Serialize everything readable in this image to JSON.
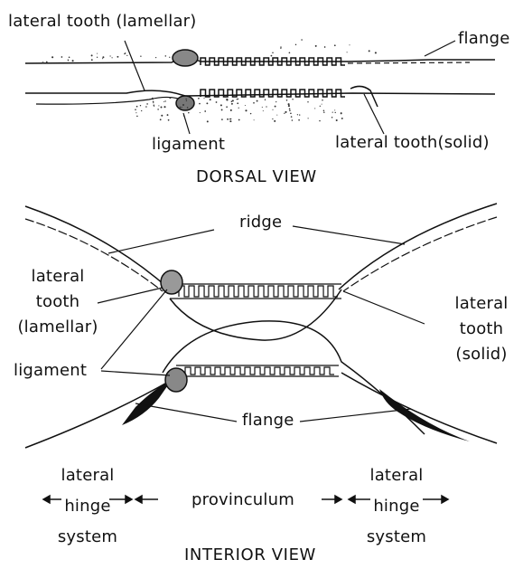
{
  "dorsal": {
    "label_lateral_lamellar": "lateral tooth (lamellar)",
    "label_flange": "flange",
    "label_ligament": "ligament",
    "label_lateral_solid": "lateral tooth(solid)",
    "caption": "DORSAL VIEW"
  },
  "interior": {
    "label_ridge": "ridge",
    "label_lateral_left": [
      "lateral",
      "tooth",
      "(lamellar)"
    ],
    "label_lateral_right": [
      "lateral",
      "tooth",
      "(solid)"
    ],
    "label_ligament": "ligament",
    "label_flange": "flange",
    "caption": "INTERIOR VIEW"
  },
  "legend": {
    "left_system": [
      "lateral",
      "hinge",
      "system"
    ],
    "middle": "provinculum",
    "right_system": [
      "lateral",
      "hinge",
      "system"
    ]
  },
  "colors": {
    "ink": "#111111",
    "background": "#ffffff"
  }
}
